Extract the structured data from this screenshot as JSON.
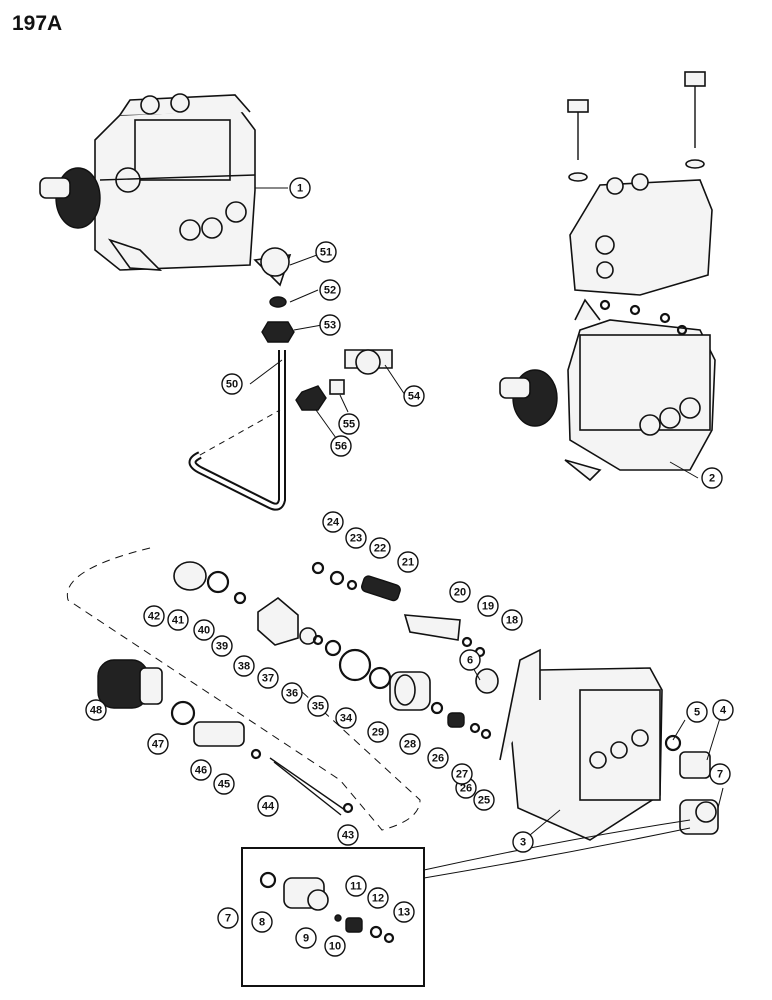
{
  "page": {
    "title": "197A"
  },
  "callouts": [
    {
      "n": "1"
    },
    {
      "n": "2"
    },
    {
      "n": "3"
    },
    {
      "n": "4"
    },
    {
      "n": "5"
    },
    {
      "n": "6"
    },
    {
      "n": "7"
    },
    {
      "n": "7"
    },
    {
      "n": "8"
    },
    {
      "n": "9"
    },
    {
      "n": "10"
    },
    {
      "n": "11"
    },
    {
      "n": "12"
    },
    {
      "n": "13"
    },
    {
      "n": "18"
    },
    {
      "n": "19"
    },
    {
      "n": "20"
    },
    {
      "n": "21"
    },
    {
      "n": "22"
    },
    {
      "n": "23"
    },
    {
      "n": "24"
    },
    {
      "n": "25"
    },
    {
      "n": "26"
    },
    {
      "n": "26"
    },
    {
      "n": "27"
    },
    {
      "n": "28"
    },
    {
      "n": "29"
    },
    {
      "n": "34"
    },
    {
      "n": "35"
    },
    {
      "n": "36"
    },
    {
      "n": "37"
    },
    {
      "n": "38"
    },
    {
      "n": "39"
    },
    {
      "n": "40"
    },
    {
      "n": "41"
    },
    {
      "n": "42"
    },
    {
      "n": "43"
    },
    {
      "n": "44"
    },
    {
      "n": "45"
    },
    {
      "n": "46"
    },
    {
      "n": "47"
    },
    {
      "n": "48"
    },
    {
      "n": "50"
    },
    {
      "n": "51"
    },
    {
      "n": "52"
    },
    {
      "n": "53"
    },
    {
      "n": "54"
    },
    {
      "n": "55"
    },
    {
      "n": "56"
    }
  ]
}
